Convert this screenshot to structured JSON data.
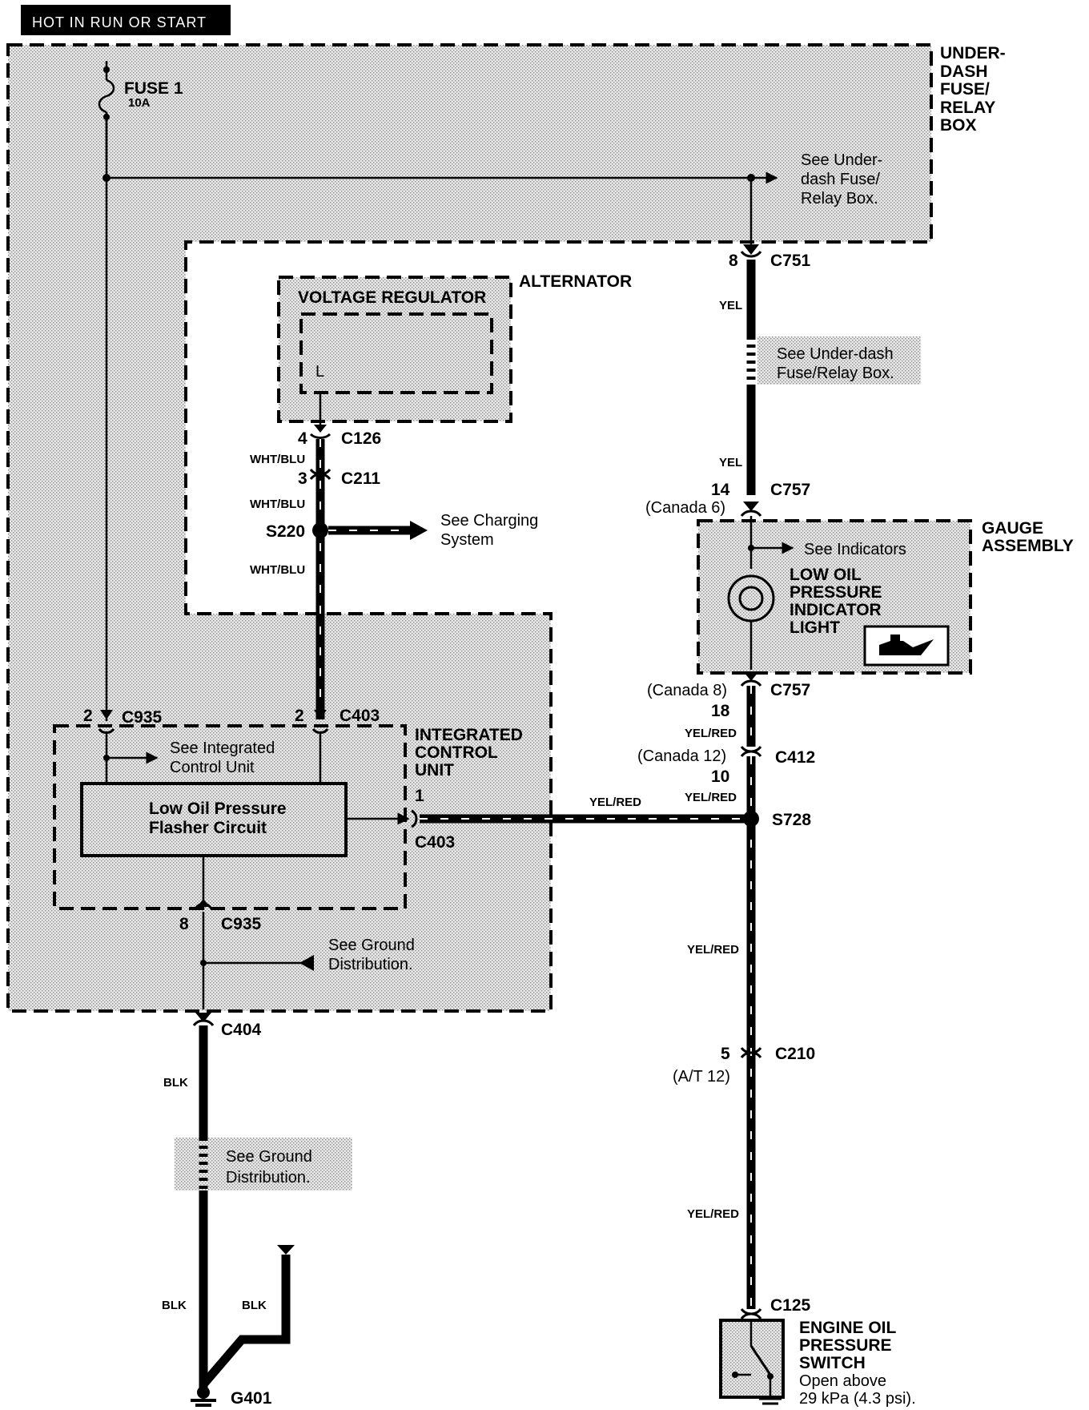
{
  "header": "HOT IN RUN OR START",
  "fuse": {
    "name": "FUSE 1",
    "rating": "10A"
  },
  "boxes": {
    "underdash": [
      "UNDER-",
      "DASH",
      "FUSE/",
      "RELAY",
      "BOX"
    ],
    "alternator": "ALTERNATOR",
    "voltage_regulator": "VOLTAGE REGULATOR",
    "regulator_terminal": "L",
    "integrated_control_unit": [
      "INTEGRATED",
      "CONTROL",
      "UNIT"
    ],
    "flasher_circuit": [
      "Low Oil Pressure",
      "Flasher Circuit"
    ],
    "gauge_assembly": [
      "GAUGE",
      "ASSEMBLY"
    ],
    "indicator_light": [
      "LOW OIL",
      "PRESSURE",
      "INDICATOR",
      "LIGHT"
    ],
    "oil_switch": [
      "ENGINE OIL",
      "PRESSURE",
      "SWITCH"
    ],
    "oil_switch_note": [
      "Open above",
      "29 kPa (4.3 psi)."
    ]
  },
  "notes": {
    "see_underdash_top": [
      "See Under-",
      "dash Fuse/",
      "Relay Box."
    ],
    "see_underdash_mid": [
      "See Under-dash",
      "Fuse/Relay Box."
    ],
    "see_charging": [
      "See Charging",
      "System"
    ],
    "see_indicators": "See Indicators",
    "see_icu": [
      "See Integrated",
      "Control Unit"
    ],
    "see_ground_1": [
      "See Ground",
      "Distribution."
    ],
    "see_ground_2": [
      "See Ground",
      "Distribution."
    ]
  },
  "connectors": {
    "c751": {
      "name": "C751",
      "pin": "8"
    },
    "c126": {
      "name": "C126",
      "pin": "4"
    },
    "c211": {
      "name": "C211",
      "pin": "3"
    },
    "s220": "S220",
    "c757a": {
      "name": "C757",
      "pin": "14",
      "alt": "(Canada 6)"
    },
    "c757b": {
      "name": "C757",
      "pin": "18",
      "alt": "(Canada 8)"
    },
    "c412": {
      "name": "C412",
      "pin": "10",
      "alt": "(Canada 12)"
    },
    "c935a": {
      "name": "C935",
      "pin": "2"
    },
    "c403a": {
      "name": "C403",
      "pin": "2"
    },
    "c403b": {
      "name": "C403",
      "pin": "1"
    },
    "s728": "S728",
    "c935b": {
      "name": "C935",
      "pin": "8"
    },
    "c404": "C404",
    "c210": {
      "name": "C210",
      "pin": "5",
      "alt": "(A/T 12)"
    },
    "c125": "C125",
    "g401": "G401"
  },
  "wires": {
    "yel": "YEL",
    "wht_blu": "WHT/BLU",
    "yel_red": "YEL/RED",
    "blk": "BLK"
  }
}
